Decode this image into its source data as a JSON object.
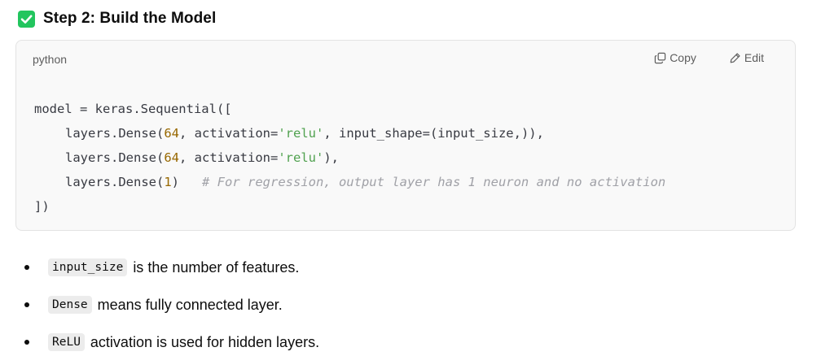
{
  "heading": {
    "text": "Step 2: Build the Model",
    "icon": "check-box-icon",
    "icon_color": "#22c55e"
  },
  "code_block": {
    "language": "python",
    "copy_label": "Copy",
    "edit_label": "Edit",
    "lines": [
      {
        "indent": false,
        "tokens": [
          {
            "type": "plain",
            "text": "model = keras.Sequential(["
          }
        ]
      },
      {
        "indent": true,
        "tokens": [
          {
            "type": "plain",
            "text": "layers.Dense("
          },
          {
            "type": "num",
            "text": "64"
          },
          {
            "type": "plain",
            "text": ", activation="
          },
          {
            "type": "str",
            "text": "'relu'"
          },
          {
            "type": "plain",
            "text": ", input_shape=(input_size,)),"
          }
        ]
      },
      {
        "indent": true,
        "tokens": [
          {
            "type": "plain",
            "text": "layers.Dense("
          },
          {
            "type": "num",
            "text": "64"
          },
          {
            "type": "plain",
            "text": ", activation="
          },
          {
            "type": "str",
            "text": "'relu'"
          },
          {
            "type": "plain",
            "text": "),"
          }
        ]
      },
      {
        "indent": true,
        "tokens": [
          {
            "type": "plain",
            "text": "layers.Dense("
          },
          {
            "type": "num",
            "text": "1"
          },
          {
            "type": "plain",
            "text": ")   "
          },
          {
            "type": "comment",
            "text": "# For regression, output layer has 1 neuron and no activation"
          }
        ]
      },
      {
        "indent": false,
        "tokens": [
          {
            "type": "plain",
            "text": "])"
          }
        ]
      }
    ]
  },
  "bullets": [
    {
      "code": "input_size",
      "text": "is the number of features."
    },
    {
      "code": "Dense",
      "text": "means fully connected layer."
    },
    {
      "code": "ReLU",
      "text": "activation is used for hidden layers."
    }
  ]
}
